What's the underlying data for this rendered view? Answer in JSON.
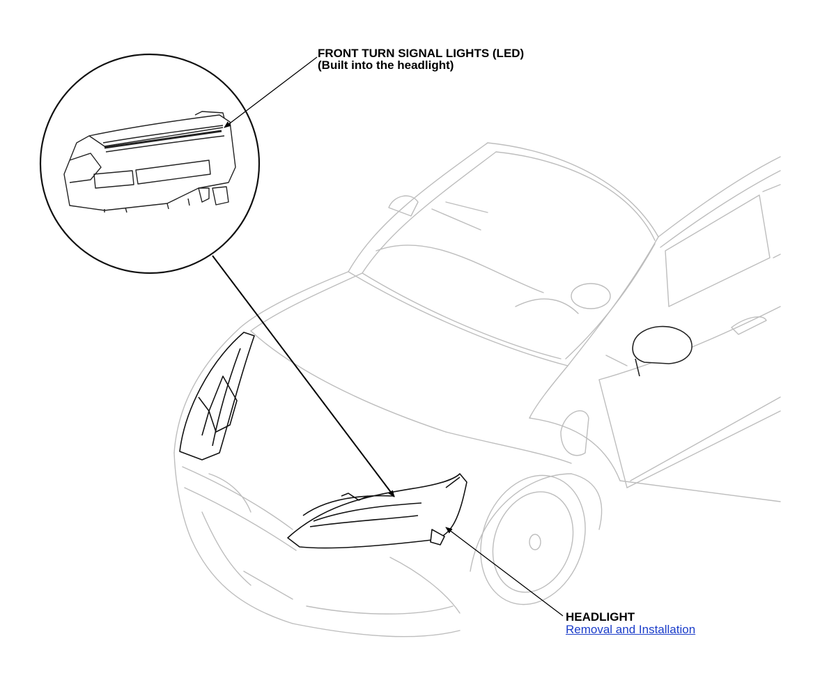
{
  "callouts": {
    "turn_signal": {
      "title": "FRONT TURN SIGNAL LIGHTS (LED)",
      "subtitle": "(Built into the headlight)"
    },
    "headlight": {
      "title": "HEADLIGHT",
      "link": "Removal and Installation"
    }
  },
  "colors": {
    "car_outline": "#bdbdbd",
    "part_outline": "#111111",
    "link": "#1a3cc9"
  }
}
